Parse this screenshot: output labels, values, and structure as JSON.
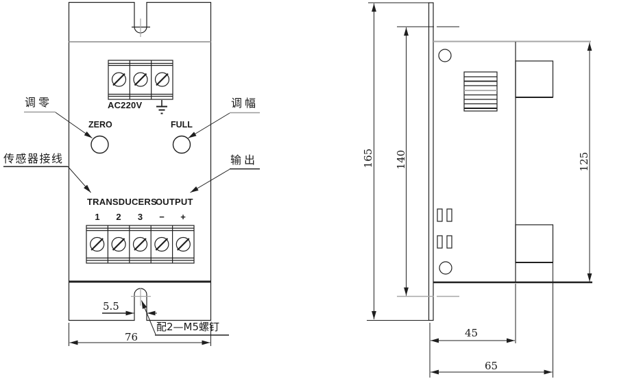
{
  "drawing": {
    "front_view": {
      "annotations": {
        "zero_adjust": "调零",
        "amplitude_adjust": "调幅",
        "transducer_wiring": "传感器接线",
        "output": "输出",
        "mounting_note": "配2—M5螺钉"
      },
      "panel": {
        "power_terminal_label": "AC220V",
        "zero_knob_label": "ZERO",
        "full_knob_label": "FULL",
        "terminal_title_left": "TRANSDUCERS",
        "terminal_title_right": "OUTPUT",
        "terminals": [
          "1",
          "2",
          "3",
          "−",
          "+"
        ]
      },
      "dimensions": {
        "slot_width_mm": "5.5",
        "overall_width_mm": "76"
      }
    },
    "side_view": {
      "dimensions": {
        "overall_height_mm": "165",
        "mounting_centers_mm": "140",
        "case_height_mm": "125",
        "case_depth_mm": "45",
        "overall_depth_mm": "65"
      }
    }
  },
  "colors": {
    "line": "#1f1f1f",
    "centerline": "#a6a6a6"
  }
}
